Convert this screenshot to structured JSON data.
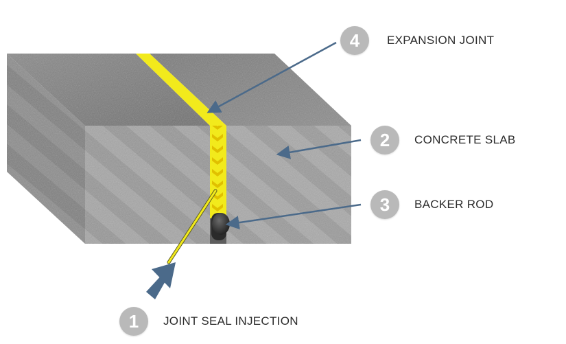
{
  "callouts": [
    {
      "id": "4",
      "number": "4",
      "label": "EXPANSION JOINT"
    },
    {
      "id": "2",
      "number": "2",
      "label": "CONCRETE SLAB"
    },
    {
      "id": "3",
      "number": "3",
      "label": "BACKER ROD"
    },
    {
      "id": "1",
      "number": "1",
      "label": "JOINT SEAL INJECTION"
    }
  ],
  "colors": {
    "badge": "#b9b9b9",
    "arrow": "#4b6a8a",
    "sealant": "#f2ea1c",
    "concrete_top": "#7d7d7d",
    "concrete_side": "#a3a3a3",
    "backer_rod": "#2a2a2a"
  }
}
